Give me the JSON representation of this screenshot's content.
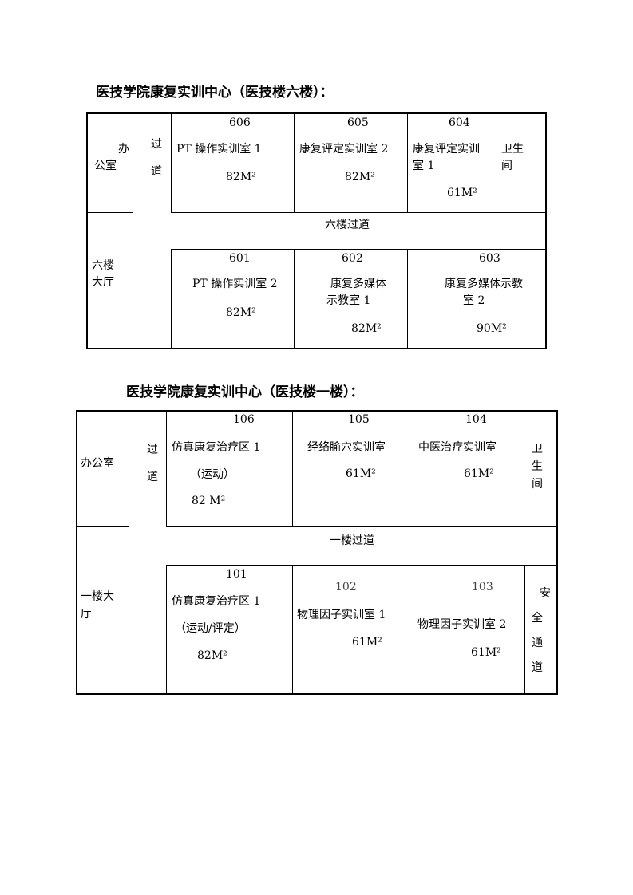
{
  "floor6": {
    "title": "医技学院康复实训中心（医技楼六楼）：",
    "office": "办公室",
    "office_a": "办",
    "office_b": "公室",
    "passage_a": "过",
    "passage_b": "道",
    "corridor": "六楼过道",
    "hall_a": "六楼",
    "hall_b": "大厅",
    "restroom_a": "卫生",
    "restroom_b": "间",
    "rooms": [
      {
        "number": "606",
        "name": "PT 操作实训室 1",
        "area": "82M²"
      },
      {
        "number": "605",
        "name": "康复评定实训室 2",
        "area": "82M²"
      },
      {
        "number": "604",
        "name_a": "康复评定实训",
        "name_b": "室 1",
        "area": "61M²"
      },
      {
        "number": "601",
        "name": "PT 操作实训室 2",
        "area": "82M²"
      },
      {
        "number": "602",
        "name_a": "康复多媒体",
        "name_b": "示教室 1",
        "area": "82M²"
      },
      {
        "number": "603",
        "name_a": "康复多媒体示教",
        "name_b": "室 2",
        "area": "90M²"
      }
    ]
  },
  "floor1": {
    "title": "医技学院康复实训中心（医技楼一楼）：",
    "office": "办公室",
    "passage_a": "过",
    "passage_b": "道",
    "corridor": "一楼过道",
    "hall_a": "一楼大",
    "hall_b": "厅",
    "restroom": [
      "卫",
      "生",
      "间"
    ],
    "exit": [
      "安",
      "全",
      "通",
      "道"
    ],
    "rooms": [
      {
        "number": "106",
        "name": "仿真康复治疗区 1",
        "sub": "（运动）",
        "area": "82 M²"
      },
      {
        "number": "105",
        "name": "经络腧穴实训室",
        "area": "61M²"
      },
      {
        "number": "104",
        "name": "中医治疗实训室",
        "area": "61M²"
      },
      {
        "number": "101",
        "name": "仿真康复治疗区 1",
        "sub": "（运动/评定）",
        "area": "82M²"
      },
      {
        "number": "102",
        "name": "物理因子实训室 1",
        "area": "61M²"
      },
      {
        "number": "103",
        "name": "物理因子实训室 2",
        "area": "61M²"
      }
    ]
  }
}
